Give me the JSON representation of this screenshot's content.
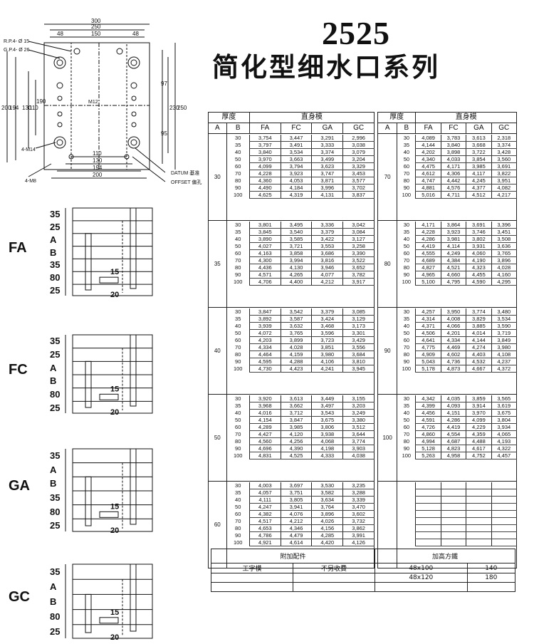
{
  "title": {
    "number": "2525",
    "name": "简化型细水口系列"
  },
  "drawing": {
    "top_dims": [
      "300",
      "250",
      "150",
      "48",
      "48"
    ],
    "left_dims": [
      "200",
      "194",
      "130",
      "110",
      "190"
    ],
    "right_dims": [
      "97",
      "95",
      "230",
      "250"
    ],
    "bottom_dims": [
      "110",
      "130",
      "194",
      "200"
    ],
    "labels": {
      "rp": "R.P.4- Ø 15",
      "gp": "G.P.4- Ø 26",
      "m12": "M12",
      "m14": "4-M14",
      "m8": "4-M8",
      "datum": "DATUM 基准",
      "offset": "OFFSET 偏孔"
    }
  },
  "molds": [
    {
      "name": "FA",
      "dims": [
        "35",
        "25",
        "A",
        "B",
        "35",
        "80",
        "25"
      ],
      "pin": "15",
      "ej": "20"
    },
    {
      "name": "FC",
      "dims": [
        "35",
        "25",
        "A",
        "B",
        "80",
        "25"
      ],
      "pin": "15",
      "ej": "20"
    },
    {
      "name": "GA",
      "dims": [
        "35",
        "A",
        "B",
        "35",
        "80",
        "25"
      ],
      "pin": "15",
      "ej": "20"
    },
    {
      "name": "GC",
      "dims": [
        "35",
        "A",
        "B",
        "80",
        "25"
      ],
      "pin": "15",
      "ej": "20"
    }
  ],
  "table_headers": {
    "thickness": "厚度",
    "body": "直身模",
    "a": "A",
    "b": "B",
    "fa": "FA",
    "fc": "FC",
    "ga": "GA",
    "gc": "GC"
  },
  "table_left": [
    {
      "a": "30",
      "rows": [
        [
          "30",
          "3,754",
          "3,447",
          "3,291",
          "2,996"
        ],
        [
          "35",
          "3,797",
          "3,491",
          "3,333",
          "3,038"
        ],
        [
          "40",
          "3,840",
          "3,534",
          "3,374",
          "3,079"
        ],
        [
          "50",
          "3,970",
          "3,663",
          "3,499",
          "3,204"
        ],
        [
          "60",
          "4,099",
          "3,794",
          "3,623",
          "3,329"
        ],
        [
          "70",
          "4,228",
          "3,923",
          "3,747",
          "3,453"
        ],
        [
          "80",
          "4,360",
          "4,053",
          "3,871",
          "3,577"
        ],
        [
          "90",
          "4,490",
          "4,184",
          "3,996",
          "3,702"
        ],
        [
          "100",
          "4,625",
          "4,319",
          "4,131",
          "3,837"
        ]
      ]
    },
    {
      "a": "35",
      "rows": [
        [
          "30",
          "3,801",
          "3,495",
          "3,336",
          "3,042"
        ],
        [
          "35",
          "3,845",
          "3,540",
          "3,379",
          "3,084"
        ],
        [
          "40",
          "3,890",
          "3,585",
          "3,422",
          "3,127"
        ],
        [
          "50",
          "4,027",
          "3,721",
          "3,553",
          "3,258"
        ],
        [
          "60",
          "4,163",
          "3,858",
          "3,686",
          "3,390"
        ],
        [
          "70",
          "4,300",
          "3,994",
          "3,816",
          "3,522"
        ],
        [
          "80",
          "4,436",
          "4,130",
          "3,946",
          "3,652"
        ],
        [
          "90",
          "4,571",
          "4,265",
          "4,077",
          "3,782"
        ],
        [
          "100",
          "4,706",
          "4,400",
          "4,212",
          "3,917"
        ]
      ]
    },
    {
      "a": "40",
      "rows": [
        [
          "30",
          "3,847",
          "3,542",
          "3,379",
          "3,085"
        ],
        [
          "35",
          "3,892",
          "3,587",
          "3,424",
          "3,129"
        ],
        [
          "40",
          "3,939",
          "3,632",
          "3,468",
          "3,173"
        ],
        [
          "50",
          "4,072",
          "3,765",
          "3,596",
          "3,301"
        ],
        [
          "60",
          "4,203",
          "3,899",
          "3,723",
          "3,429"
        ],
        [
          "70",
          "4,334",
          "4,028",
          "3,851",
          "3,556"
        ],
        [
          "80",
          "4,464",
          "4,159",
          "3,980",
          "3,684"
        ],
        [
          "90",
          "4,595",
          "4,288",
          "4,106",
          "3,810"
        ],
        [
          "100",
          "4,730",
          "4,423",
          "4,241",
          "3,945"
        ]
      ]
    },
    {
      "a": "50",
      "rows": [
        [
          "30",
          "3,920",
          "3,613",
          "3,449",
          "3,155"
        ],
        [
          "35",
          "3,968",
          "3,662",
          "3,497",
          "3,203"
        ],
        [
          "40",
          "4,016",
          "3,712",
          "3,543",
          "3,249"
        ],
        [
          "50",
          "4,154",
          "3,847",
          "3,675",
          "3,380"
        ],
        [
          "60",
          "4,289",
          "3,985",
          "3,806",
          "3,512"
        ],
        [
          "70",
          "4,427",
          "4,120",
          "3,938",
          "3,644"
        ],
        [
          "80",
          "4,560",
          "4,256",
          "4,068",
          "3,774"
        ],
        [
          "90",
          "4,696",
          "4,390",
          "4,198",
          "3,903"
        ],
        [
          "100",
          "4,831",
          "4,525",
          "4,333",
          "4,038"
        ]
      ]
    },
    {
      "a": "60",
      "rows": [
        [
          "30",
          "4,003",
          "3,697",
          "3,530",
          "3,235"
        ],
        [
          "35",
          "4,057",
          "3,751",
          "3,582",
          "3,288"
        ],
        [
          "40",
          "4,111",
          "3,805",
          "3,634",
          "3,339"
        ],
        [
          "50",
          "4,247",
          "3,941",
          "3,764",
          "3,470"
        ],
        [
          "60",
          "4,382",
          "4,076",
          "3,896",
          "3,602"
        ],
        [
          "70",
          "4,517",
          "4,212",
          "4,026",
          "3,732"
        ],
        [
          "80",
          "4,653",
          "4,346",
          "4,156",
          "3,862"
        ],
        [
          "90",
          "4,786",
          "4,479",
          "4,285",
          "3,991"
        ],
        [
          "100",
          "4,921",
          "4,614",
          "4,420",
          "4,126"
        ]
      ]
    }
  ],
  "table_right": [
    {
      "a": "70",
      "rows": [
        [
          "30",
          "4,089",
          "3,783",
          "3,613",
          "2,318"
        ],
        [
          "35",
          "4,144",
          "3,840",
          "3,668",
          "3,374"
        ],
        [
          "40",
          "4,202",
          "3,898",
          "3,722",
          "3,428"
        ],
        [
          "50",
          "4,340",
          "4,033",
          "3,854",
          "3,560"
        ],
        [
          "60",
          "4,475",
          "4,171",
          "3,985",
          "3,691"
        ],
        [
          "70",
          "4,612",
          "4,306",
          "4,117",
          "3,822"
        ],
        [
          "80",
          "4,747",
          "4,442",
          "4,245",
          "3,951"
        ],
        [
          "90",
          "4,881",
          "4,576",
          "4,377",
          "4,082"
        ],
        [
          "100",
          "5,016",
          "4,711",
          "4,512",
          "4,217"
        ]
      ]
    },
    {
      "a": "80",
      "rows": [
        [
          "30",
          "4,171",
          "3,864",
          "3,691",
          "3,396"
        ],
        [
          "35",
          "4,228",
          "3,923",
          "3,746",
          "3,451"
        ],
        [
          "40",
          "4,286",
          "3,981",
          "3,802",
          "3,508"
        ],
        [
          "50",
          "4,419",
          "4,114",
          "3,931",
          "3,636"
        ],
        [
          "60",
          "4,555",
          "4,249",
          "4,060",
          "3,765"
        ],
        [
          "70",
          "4,689",
          "4,384",
          "4,190",
          "3,896"
        ],
        [
          "80",
          "4,827",
          "4,521",
          "4,323",
          "4,028"
        ],
        [
          "90",
          "4,965",
          "4,660",
          "4,455",
          "4,160"
        ],
        [
          "100",
          "5,100",
          "4,795",
          "4,590",
          "4,295"
        ]
      ]
    },
    {
      "a": "90",
      "rows": [
        [
          "30",
          "4,257",
          "3,950",
          "3,774",
          "3,480"
        ],
        [
          "35",
          "4,314",
          "4,008",
          "3,829",
          "3,534"
        ],
        [
          "40",
          "4,371",
          "4,066",
          "3,885",
          "3,590"
        ],
        [
          "50",
          "4,506",
          "4,201",
          "4,014",
          "3,719"
        ],
        [
          "60",
          "4,641",
          "4,334",
          "4,144",
          "3,849"
        ],
        [
          "70",
          "4,775",
          "4,469",
          "4,274",
          "3,980"
        ],
        [
          "80",
          "4,909",
          "4,602",
          "4,403",
          "4,108"
        ],
        [
          "90",
          "5,043",
          "4,736",
          "4,532",
          "4,237"
        ],
        [
          "100",
          "5,178",
          "4,873",
          "4,667",
          "4,372"
        ]
      ]
    },
    {
      "a": "100",
      "rows": [
        [
          "30",
          "4,342",
          "4,035",
          "3,859",
          "3,565"
        ],
        [
          "35",
          "4,399",
          "4,093",
          "3,914",
          "3,619"
        ],
        [
          "40",
          "4,456",
          "4,151",
          "3,970",
          "3,675"
        ],
        [
          "50",
          "4,591",
          "4,286",
          "4,099",
          "3,804"
        ],
        [
          "60",
          "4,726",
          "4,419",
          "4,229",
          "3,934"
        ],
        [
          "70",
          "4,860",
          "4,554",
          "4,359",
          "4,065"
        ],
        [
          "80",
          "4,994",
          "4,687",
          "4,488",
          "4,193"
        ],
        [
          "90",
          "5,128",
          "4,823",
          "4,617",
          "4,322"
        ],
        [
          "100",
          "5,263",
          "4,958",
          "4,752",
          "4,457"
        ]
      ]
    },
    {
      "a": "",
      "rows": [
        [
          "",
          "",
          "",
          "",
          ""
        ],
        [
          "",
          "",
          "",
          "",
          ""
        ],
        [
          "",
          "",
          "",
          "",
          ""
        ],
        [
          "",
          "",
          "",
          "",
          ""
        ],
        [
          "",
          "",
          "",
          "",
          ""
        ],
        [
          "",
          "",
          "",
          "",
          ""
        ],
        [
          "",
          "",
          "",
          "",
          ""
        ],
        [
          "",
          "",
          "",
          "",
          ""
        ],
        [
          "",
          "",
          "",
          "",
          ""
        ]
      ]
    }
  ],
  "accessories": {
    "left_title": "附加配件",
    "right_title": "加高方鐵",
    "item1": "工字模",
    "item2": "不另收費",
    "rows": [
      [
        "48x100",
        "140"
      ],
      [
        "48x120",
        "180"
      ]
    ]
  }
}
